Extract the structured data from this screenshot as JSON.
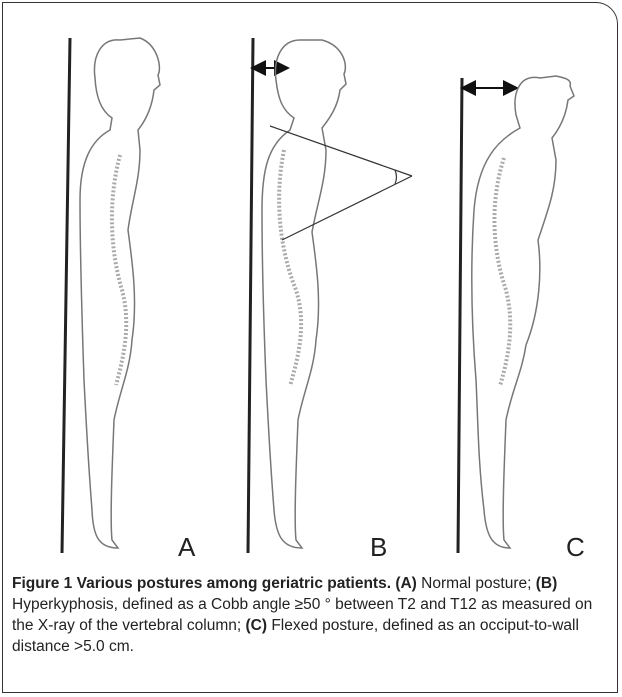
{
  "figure": {
    "panels": [
      {
        "letter": "A"
      },
      {
        "letter": "B"
      },
      {
        "letter": "C"
      }
    ]
  },
  "caption": {
    "label": "Figure 1",
    "title": "Various postures among geriatric patients.",
    "a_tag": "(A)",
    "a_text": "Normal posture;",
    "b_tag": "(B)",
    "b_text": "Hyperkyphosis, defined as a Cobb angle ≥50 ° between T2 and T12 as measured on the X-ray of the vertebral column;",
    "c_tag": "(C)",
    "c_text": "Flexed posture, defined as an occiput-to-wall distance >5.0 cm."
  }
}
